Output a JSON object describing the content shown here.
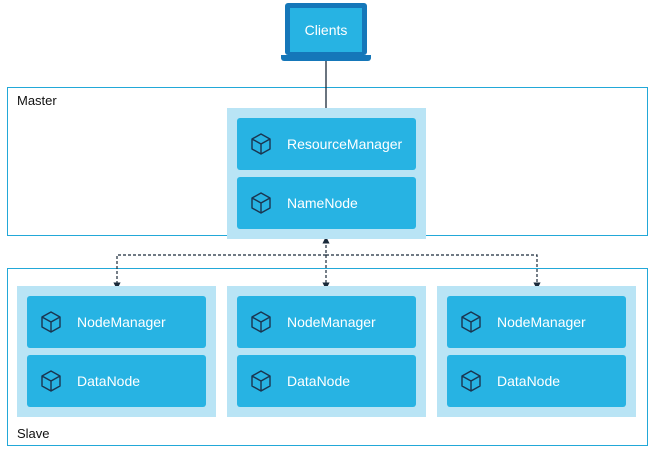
{
  "client": {
    "label": "Clients",
    "icon": "laptop-icon"
  },
  "master": {
    "label": "Master",
    "nodes": [
      {
        "label": "ResourceManager",
        "icon": "cube-icon"
      },
      {
        "label": "NameNode",
        "icon": "cube-icon"
      }
    ]
  },
  "slave": {
    "label": "Slave",
    "panels": [
      {
        "nodes": [
          {
            "label": "NodeManager",
            "icon": "cube-icon"
          },
          {
            "label": "DataNode",
            "icon": "cube-icon"
          }
        ]
      },
      {
        "nodes": [
          {
            "label": "NodeManager",
            "icon": "cube-icon"
          },
          {
            "label": "DataNode",
            "icon": "cube-icon"
          }
        ]
      },
      {
        "nodes": [
          {
            "label": "NodeManager",
            "icon": "cube-icon"
          },
          {
            "label": "DataNode",
            "icon": "cube-icon"
          }
        ]
      }
    ]
  },
  "colors": {
    "accent": "#27b3e3",
    "panel": "#b9e4f5",
    "border": "#22a8d8",
    "laptop": "#1577b9",
    "connector": "#1a2a3a"
  }
}
